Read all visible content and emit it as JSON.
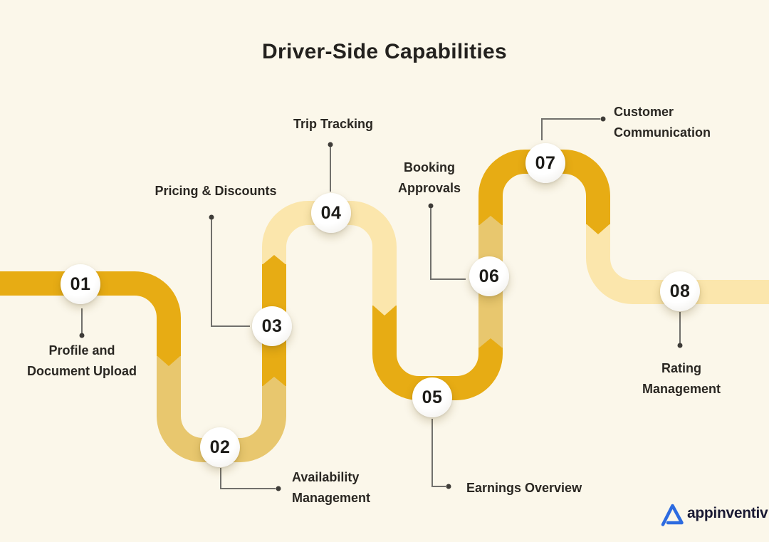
{
  "header": {
    "title": "Driver-Side Capabilities"
  },
  "colors": {
    "background": "#FBF7EA",
    "path_dark": "#E7AC14",
    "path_medium": "#E8C76E",
    "path_light": "#FBE6AC",
    "connector": "#71706C",
    "dot": "#3E3C38",
    "text": "#23211E",
    "logo_blue": "#2D6BE0",
    "logo_text": "#1A1A33"
  },
  "steps": [
    {
      "number": "01",
      "lines": [
        "Profile and",
        "Document Upload"
      ]
    },
    {
      "number": "02",
      "lines": [
        "Availability",
        "Management"
      ]
    },
    {
      "number": "03",
      "lines": [
        "Pricing & Discounts"
      ]
    },
    {
      "number": "04",
      "lines": [
        "Trip Tracking"
      ]
    },
    {
      "number": "05",
      "lines": [
        "Earnings Overview"
      ]
    },
    {
      "number": "06",
      "lines": [
        "Booking",
        "Approvals"
      ]
    },
    {
      "number": "07",
      "lines": [
        "Customer",
        "Communication"
      ]
    },
    {
      "number": "08",
      "lines": [
        "Rating",
        "Management"
      ]
    }
  ],
  "footer": {
    "brand": "appinventiv"
  }
}
